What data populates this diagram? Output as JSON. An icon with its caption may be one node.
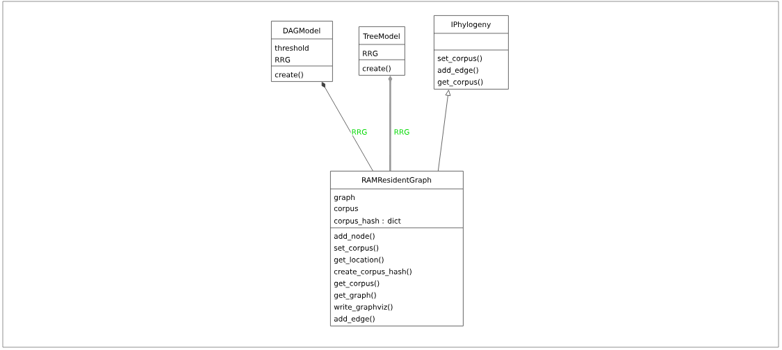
{
  "diagram": {
    "nodes": [
      {
        "text": [
          "DAGModel",
          "threshold",
          "RRG",
          "create()"
        ]
      },
      {
        "text": [
          "TreeModel",
          "RRG",
          "create()"
        ]
      },
      {
        "text": [
          "IPhylogeny",
          "set_corpus()",
          "add_edge()",
          "get_corpus()"
        ]
      },
      {
        "text": [
          "RAMResidentGraph",
          "graph",
          "corpus",
          "corpus_hash : dict",
          "add_node()",
          "set_corpus()",
          "get_location()",
          "create_corpus_hash()",
          "get_corpus()",
          "get_graph()",
          "write_graphviz()",
          "add_edge()"
        ]
      }
    ],
    "edges": [
      {
        "from": 3,
        "to": 0,
        "arrow": "other",
        "label": "RRG"
      },
      {
        "from": 3,
        "to": 1,
        "arrow": "other",
        "label": "RRG",
        "style": "thick",
        "color": "#999999"
      },
      {
        "from": 3,
        "to": 2,
        "arrow": "to"
      }
    ]
  }
}
